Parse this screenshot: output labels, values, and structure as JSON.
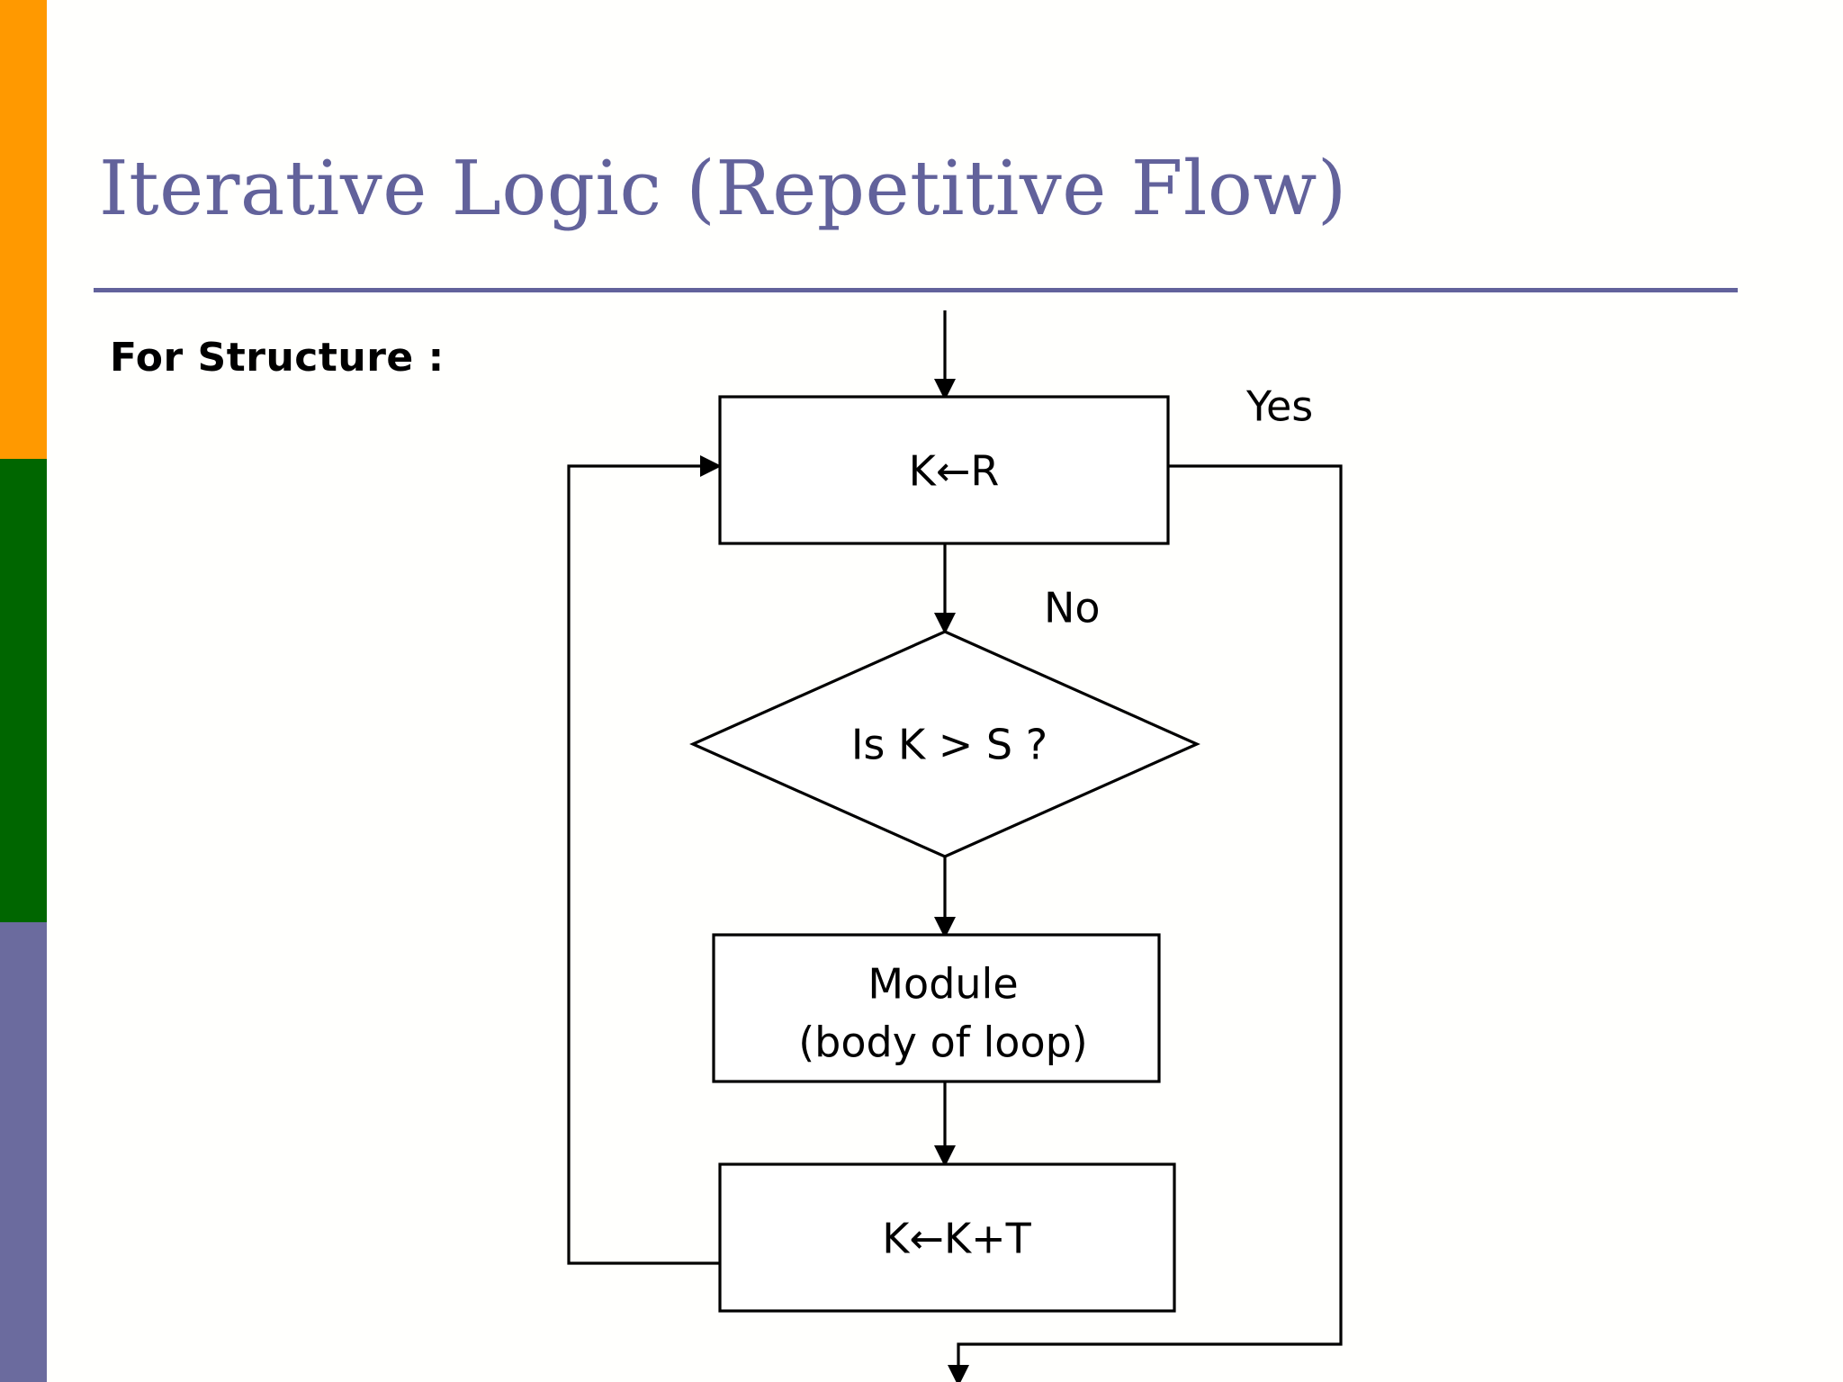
{
  "slide": {
    "title": "Iterative Logic (Repetitive Flow)",
    "subtitle": "For Structure :",
    "title_color": "#62629b",
    "rule_color": "#62629b",
    "accent_bands": [
      {
        "name": "orange",
        "color": "#ff9900"
      },
      {
        "name": "green",
        "color": "#006600"
      },
      {
        "name": "purple",
        "color": "#6b6b9e"
      }
    ]
  },
  "flowchart": {
    "type": "flowchart",
    "nodes": [
      {
        "id": "init",
        "shape": "process",
        "text": "K←R"
      },
      {
        "id": "test",
        "shape": "decision",
        "text": "Is K > S ?"
      },
      {
        "id": "body",
        "shape": "process",
        "line1": "Module",
        "line2": "(body of loop)"
      },
      {
        "id": "incr",
        "shape": "process",
        "text": "K←K+T"
      }
    ],
    "edge_labels": {
      "yes": "Yes",
      "no": "No"
    }
  }
}
